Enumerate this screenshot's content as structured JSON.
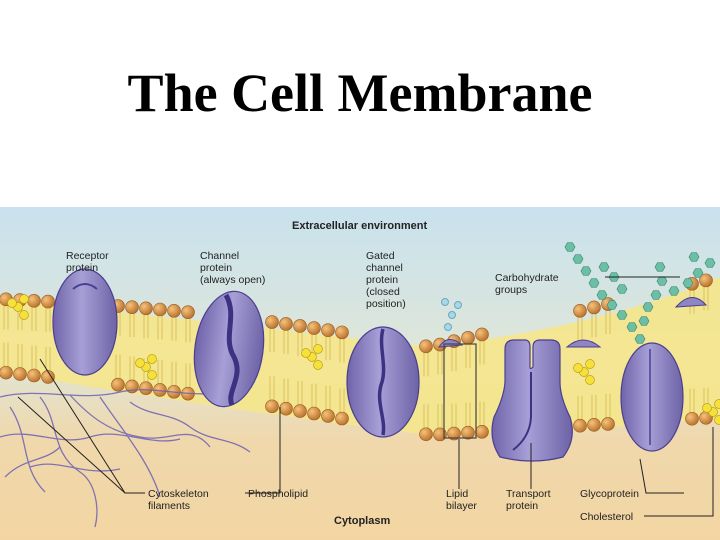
{
  "title": "The Cell Membrane",
  "diagram": {
    "regions": {
      "top": "Extracellular environment",
      "bottom": "Cytoplasm"
    },
    "labels": {
      "receptor": [
        "Receptor",
        "protein"
      ],
      "channel": [
        "Channel",
        "protein",
        "(always open)"
      ],
      "gated": [
        "Gated",
        "channel",
        "protein",
        "(closed",
        "position)"
      ],
      "carbohydrate": [
        "Carbohydrate",
        "groups"
      ],
      "cytoskeleton": [
        "Cytoskeleton",
        "filaments"
      ],
      "phospholipid": [
        "Phospholipid"
      ],
      "lipid_bilayer": [
        "Lipid",
        "bilayer"
      ],
      "transport": [
        "Transport",
        "protein"
      ],
      "glycoprotein": [
        "Glycoprotein"
      ],
      "cholesterol": [
        "Cholesterol"
      ]
    },
    "colors": {
      "background_top": "#c9e2ee",
      "background_bottom": "#f2d5a2",
      "lipid_head": "#d9913e",
      "lipid_tail": "#f2e48a",
      "protein": "#8f85c2",
      "protein_dark": "#4a3f8f",
      "cholesterol": "#f6e13a",
      "carbohydrate": "#6cbfa4"
    }
  }
}
